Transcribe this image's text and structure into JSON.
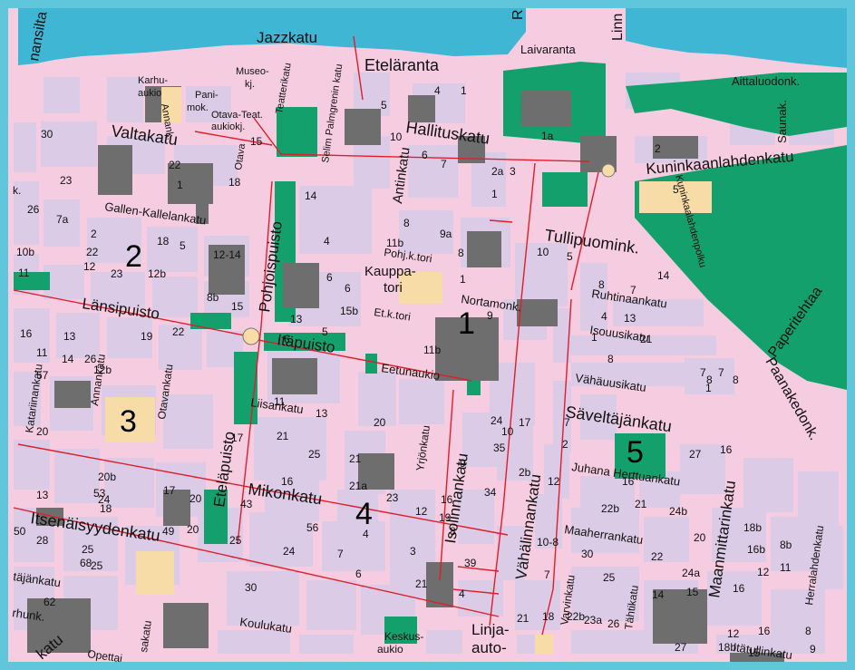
{
  "map": {
    "colors": {
      "water": "#3fb6d3",
      "street": "#f6cde0",
      "block": "#dccbe6",
      "building": "#6e6e6e",
      "park": "#13a06d",
      "highlight": "#f7dca7",
      "route": "#e21d2a",
      "frame": "#5fc6db"
    },
    "districts": [
      "1",
      "2",
      "3",
      "4",
      "5"
    ],
    "streets": {
      "jazzkatu": "Jazzkatu",
      "etelaranta": "Eteläranta",
      "laivaranta": "Laivaranta",
      "nansilta": "nansilta",
      "valtakatu": "Valtakatu",
      "hallituskatu": "Hallituskatu",
      "kuninkaanlahdenkatu": "Kuninkaanlahdenkatu",
      "aittaluodonk": "Aittaluodonk.",
      "saunak": "Saunak.",
      "kuninkaalahdenpolku": "Kuninkaalahdenpolku",
      "gallen": "Gallen-Kallelankatu",
      "tullipuomink": "Tullipuomink.",
      "pohjoispuisto": "Pohjoispuisto",
      "antinkatu": "Antinkatu",
      "pohjkt": "Pohj.k.tori",
      "kauppatori": "Kauppa-\ntori",
      "nortamonk": "Nortamonk.",
      "ruhtinaankatu": "Ruhtinaankatu",
      "lansipuisto": "Länsipuisto",
      "etkt": "Et.k.tori",
      "isouusikatu": "Isouusikatu",
      "itapuisto": "Itäpuisto",
      "eetunaukio": "Eetunaukio",
      "vahauusikatu": "Vähäuusikatu",
      "paperitehtaa": "Paperitehtaa",
      "paanakedonk": "Paanakedonk.",
      "katariinankatu": "Katariinankatu",
      "annankatu": "Annankatu",
      "otavankatu": "Otavankatu",
      "liisankatu": "Liisankatu",
      "etelapuisto": "Eteläpuisto",
      "yrjonkatu": "Yrjönkatu",
      "isolinnankatu": "Isolinnankatu",
      "vahalinnankatu": "Vähälinnankatu",
      "saveltajankatu": "Säveltäjänkatu",
      "juhana": "Juhana Herttuankatu",
      "maanmittarinkatu": "Maanmittarinkatu",
      "mikonkatu": "Mikonkatu",
      "itsenaisyydenkatu": "Itsenäisyydenkatu",
      "maaherrankatu": "Maaherrankatu",
      "herralahdenkatu": "Herralahdenkatu",
      "tajankatu": "täjänkatu",
      "varvinkatu": "Varvinkatu",
      "tahtikatu": "Tähtikatu",
      "rhunk": "rhunk.",
      "koulukatu": "Koulukatu",
      "keskusaukio": "Keskus-\naukio",
      "linjaauto": "Linja-\nauto-",
      "itatullinkatu": "Itätullinkatu",
      "opettaj": "Opettaj",
      "lsakatu": "sakatu",
      "museokj": "Museo-\nkj.",
      "teatterikatu": "Teatterikatu",
      "selim": "Selim Palmgrenin katu",
      "karhuaukio": "Karhu-\naukio",
      "panimok": "Pani-\nmok.",
      "otavateat": "Otava-Teat.\naukiokj.",
      "annank": "Annank.",
      "otava": "Otava",
      "linn": "Linn",
      "katu_bl": "katu",
      "r_top": "R",
      "dash_k": "k."
    },
    "numbers": [
      "30",
      "23",
      "22",
      "1",
      "18",
      "10",
      "6",
      "7",
      "15",
      "4",
      "1",
      "1a",
      "2",
      "5",
      "8",
      "9a",
      "11b",
      "14",
      "2a",
      "3",
      "1",
      "26",
      "7a",
      "2",
      "22",
      "18",
      "5",
      "12b",
      "8b",
      "15",
      "12-14",
      "4",
      "6",
      "10b",
      "11",
      "12",
      "23",
      "15b",
      "13",
      "6",
      "1",
      "9",
      "11b",
      "8",
      "10",
      "5",
      "22",
      "19",
      "16",
      "11",
      "13",
      "14",
      "12b",
      "26",
      "57",
      "20",
      "13",
      "20b",
      "24",
      "53",
      "18",
      "17",
      "20",
      "49",
      "20",
      "25",
      "43",
      "24",
      "56",
      "30",
      "50",
      "28",
      "25",
      "68",
      "25",
      "62",
      "24",
      "17",
      "1",
      "13",
      "21",
      "4",
      "8",
      "7",
      "2",
      "10",
      "12",
      "16",
      "22b",
      "21",
      "24b",
      "20",
      "18b",
      "16b",
      "12",
      "8",
      "7",
      "14",
      "7",
      "1",
      "7",
      "8",
      "8",
      "7",
      "4",
      "6",
      "3",
      "21",
      "39",
      "4",
      "35",
      "2b",
      "34",
      "21",
      "9",
      "27",
      "16",
      "10-8",
      "7",
      "30",
      "25",
      "22",
      "24a",
      "15",
      "14",
      "16",
      "8b",
      "11",
      "18",
      "22b",
      "23a",
      "26",
      "27",
      "18b",
      "16",
      "12",
      "15",
      "8",
      "9",
      "5",
      "5",
      "6",
      "11",
      "13",
      "21",
      "25",
      "17",
      "16",
      "20",
      "21",
      "21a",
      "23",
      "12",
      "19",
      "16",
      "8",
      "20",
      "4",
      "3",
      "2",
      "4"
    ]
  }
}
